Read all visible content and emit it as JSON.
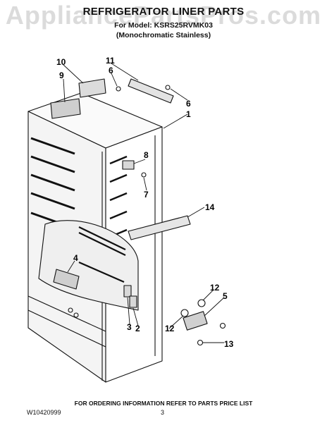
{
  "watermark": "AppliancePartsPros.com",
  "header": {
    "title": "REFRIGERATOR LINER PARTS",
    "model_line": "For Model: KSRS25RVMK03",
    "variant_line": "(Monochromatic Stainless)"
  },
  "callouts": [
    "10",
    "11",
    "9",
    "6",
    "6",
    "1",
    "8",
    "7",
    "14",
    "4",
    "12",
    "5",
    "3",
    "2",
    "12",
    "13"
  ],
  "footer": {
    "order_info": "FOR ORDERING INFORMATION REFER TO PARTS PRICE LIST",
    "doc_code": "W10420999",
    "page": "3"
  }
}
